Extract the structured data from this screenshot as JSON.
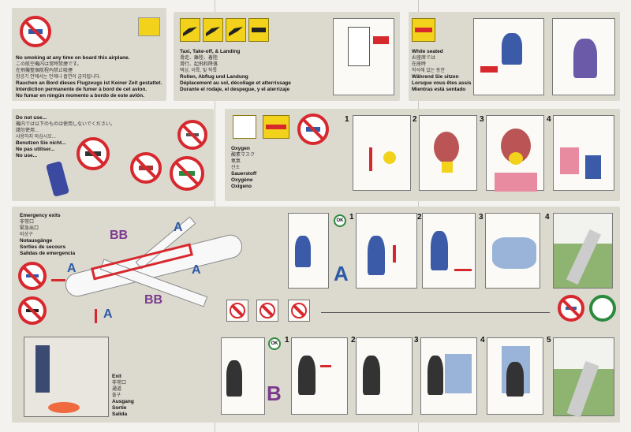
{
  "smoking": {
    "lines": [
      "No smoking at any time on board this airplane.",
      "この航空機内は常時禁煙です。",
      "在飛機整個航程內禁止吸煙",
      "항공기 안에서는 언제나 흡연이 금지됩니다.",
      "Rauchen an Bord dieses Flugzeugs ist Keiner Zeit gestattet.",
      "Interdiction permanente de fumer à bord de cet avion.",
      "No fumar en ningún momento a bordo de este avión."
    ]
  },
  "taxi": {
    "lines": [
      "Taxi, Take-off, & Landing",
      "滑走、離陸、着陸",
      "滑行、起飛和降落",
      "택싱, 이륙, 및 착륙",
      "Rollen, Abflug und Landung",
      "Déplacement au sol, décollage et atterrissage",
      "Durante el rodaje, el despegue, y el aterrizaje"
    ]
  },
  "seated": {
    "lines": [
      "While seated",
      "お座席では",
      "在座時",
      "착석해 있는 동안",
      "Während Sie sitzen",
      "Lorsque vous êtes assis",
      "Mientras está sentado"
    ]
  },
  "devices": {
    "lines": [
      "Do not use...",
      "機内では以下のものは使用しないでください。",
      "請勿使用…",
      "사용하지 마십시오...",
      "Benutzen Sie nicht...",
      "Ne pas utiliser...",
      "No use..."
    ]
  },
  "oxygen": {
    "lines": [
      "Oxygen",
      "酸素マスク",
      "氧氣",
      "산소",
      "Sauerstoff",
      "Oxygène",
      "Oxígeno"
    ],
    "steps": [
      "1",
      "2",
      "3",
      "4"
    ]
  },
  "exits": {
    "lines": [
      "Emergency exits",
      "非常口",
      "緊急出口",
      "비상구",
      "Notausgänge",
      "Sorties de secours",
      "Salidas de emergencia"
    ],
    "plane_labels": [
      "A",
      "BB",
      "A",
      "A",
      "BB",
      "A"
    ],
    "door_a": {
      "label": "A",
      "ok": "OK",
      "steps": [
        "1",
        "2",
        "3",
        "4"
      ]
    },
    "door_b": {
      "label": "B",
      "ok": "OK",
      "steps": [
        "1",
        "2",
        "3",
        "4",
        "5"
      ]
    }
  },
  "exit_sign": {
    "lines": [
      "Exit",
      "非常口",
      "通道",
      "출구",
      "Ausgang",
      "Sortie",
      "Salida"
    ]
  },
  "colors": {
    "prohibit_red": "#d7282e",
    "ok_green": "#2b8a3e",
    "exit_a_blue": "#2b5aa6",
    "exit_b_purple": "#7b3a8c",
    "pictogram_yellow": "#f2d21b"
  }
}
